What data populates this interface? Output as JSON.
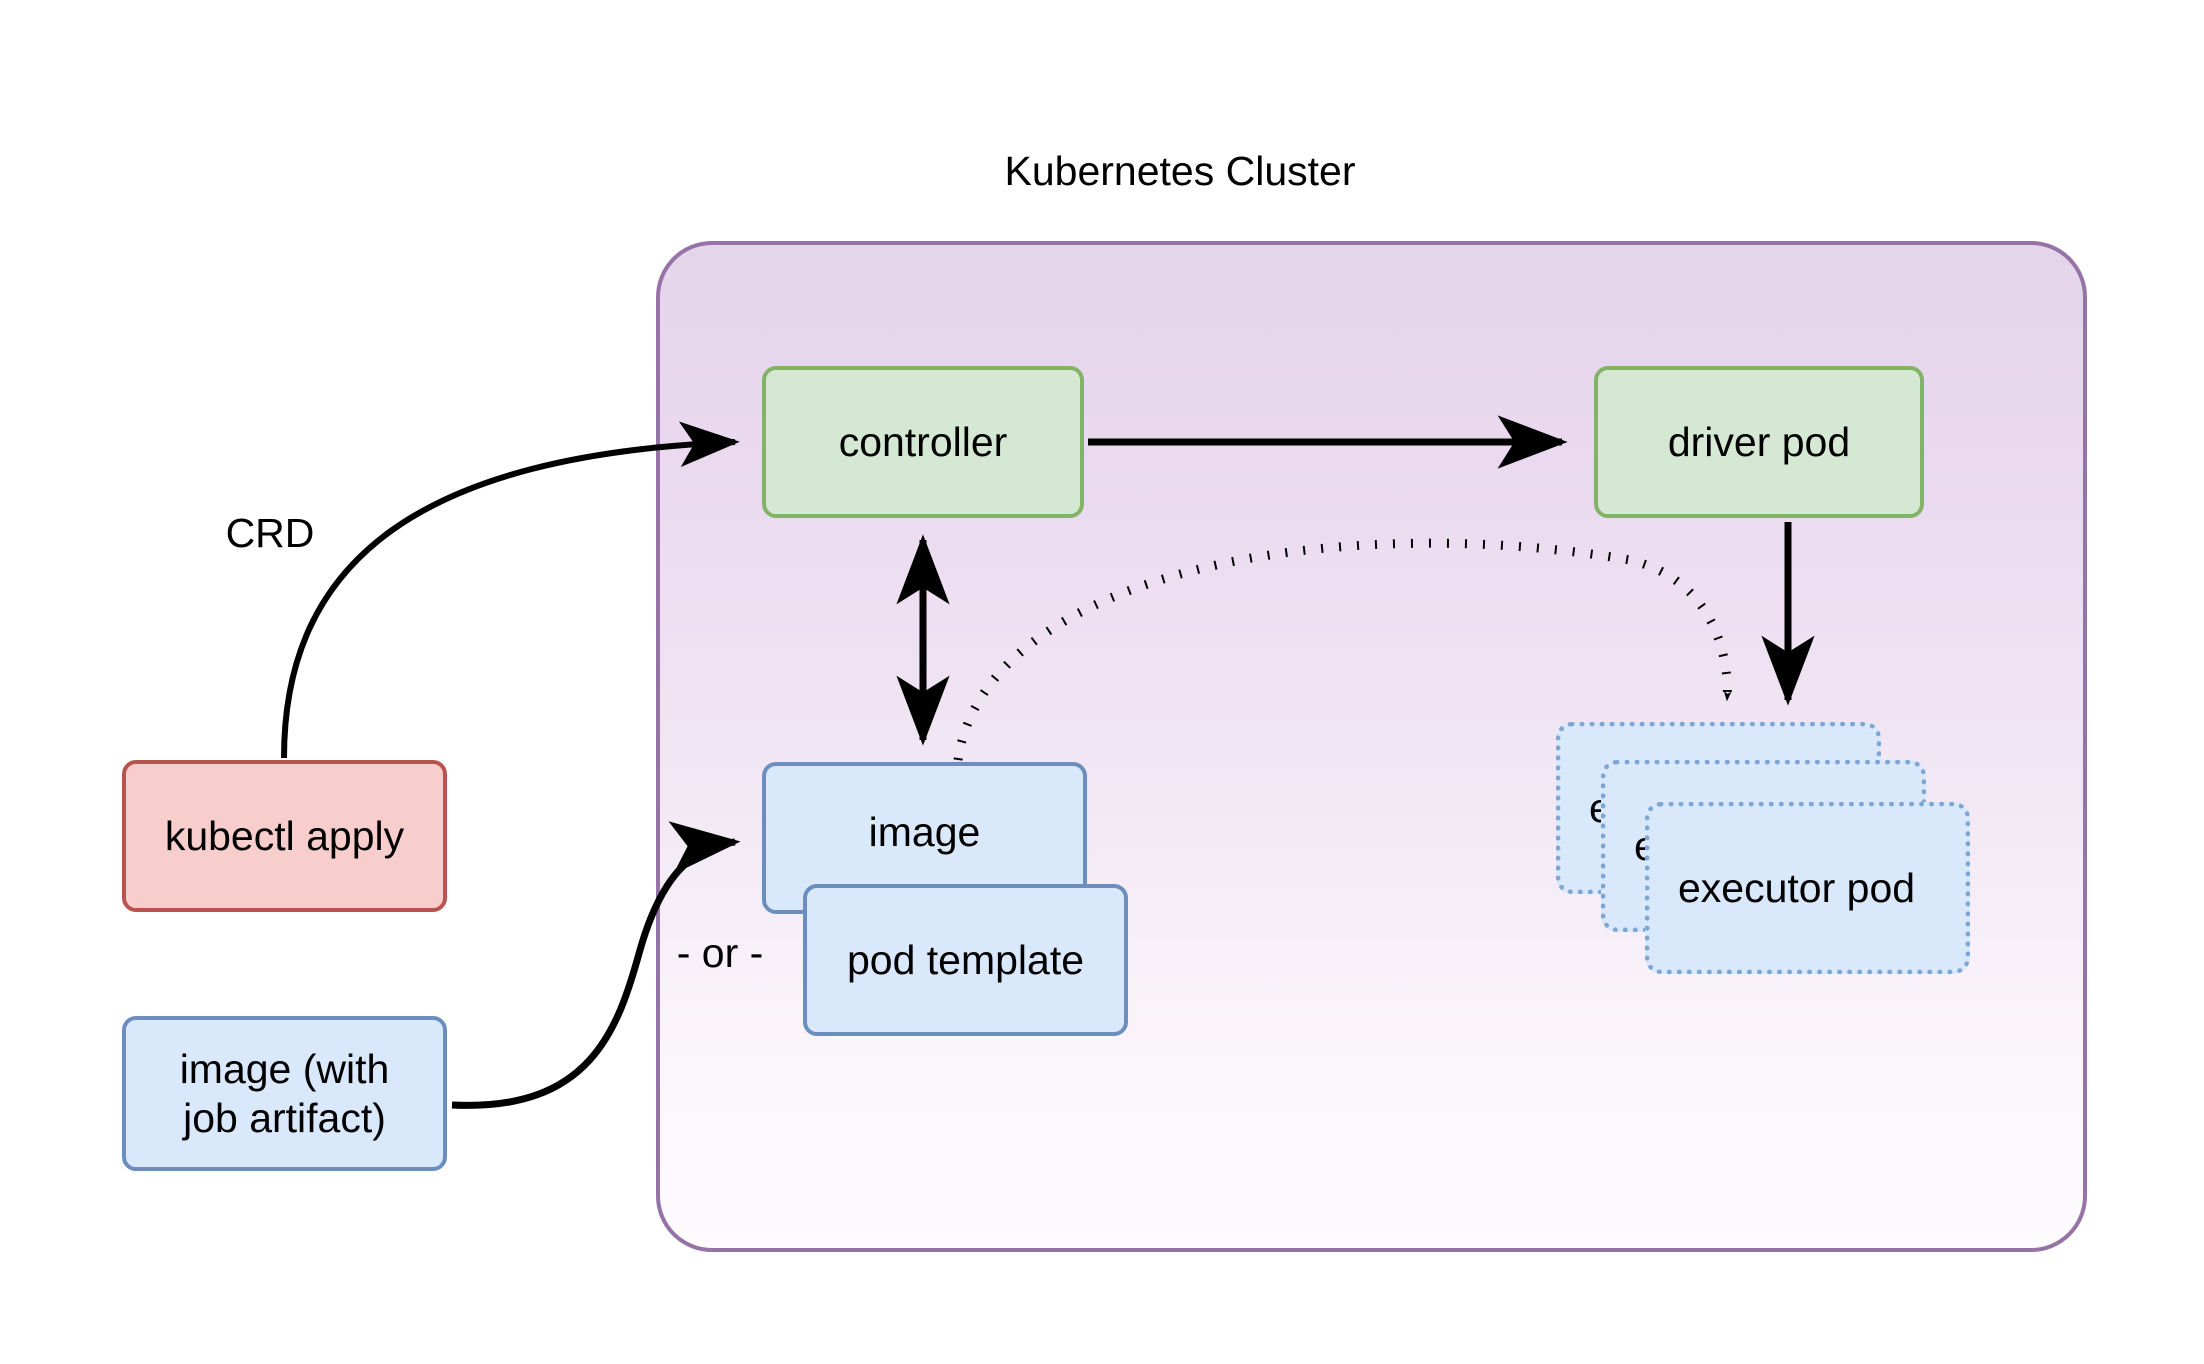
{
  "diagram": {
    "title": "Kubernetes Cluster",
    "background_color": "#ffffff"
  },
  "cluster": {
    "label": "Kubernetes Cluster",
    "border_color": "#9673a6",
    "fill_top_color": "#e4d5ea",
    "fill_bottom_color": "#fdfbfd"
  },
  "nodes": {
    "controller": {
      "label": "controller",
      "fill": "#d5e8d4",
      "stroke": "#82b366"
    },
    "driver_pod": {
      "label": "driver pod",
      "fill": "#d5e8d4",
      "stroke": "#82b366"
    },
    "kubectl_apply": {
      "label": "kubectl apply",
      "fill": "#f8cecc",
      "stroke": "#b85450"
    },
    "image_with_artifact": {
      "label": "image (with\njob artifact)",
      "fill": "#dae8fc",
      "stroke": "#6c8ebf"
    },
    "image": {
      "label": "image",
      "fill": "#dae8fc",
      "stroke": "#6c8ebf"
    },
    "pod_template": {
      "label": "pod template",
      "fill": "#dae8fc",
      "stroke": "#6c8ebf"
    },
    "executor_pods": [
      {
        "label": "executor pod",
        "fill": "#dae8fc",
        "stroke": "#7ea6d4"
      },
      {
        "label": "executor pod",
        "fill": "#dae8fc",
        "stroke": "#7ea6d4"
      },
      {
        "label": "executor pod",
        "fill": "#dae8fc",
        "stroke": "#7ea6d4"
      }
    ]
  },
  "labels": {
    "crd": "CRD",
    "or": "- or -"
  },
  "edges": [
    {
      "name": "kubectl-apply-to-controller",
      "from": "kubectl apply",
      "to": "controller",
      "label": "CRD",
      "style": "solid",
      "arrow": "single"
    },
    {
      "name": "controller-to-driver-pod",
      "from": "controller",
      "to": "driver pod",
      "label": "",
      "style": "solid",
      "arrow": "single"
    },
    {
      "name": "controller-image-bidirectional",
      "from": "controller",
      "to": "image",
      "label": "",
      "style": "solid",
      "arrow": "double"
    },
    {
      "name": "image-to-executor-pods",
      "from": "image",
      "to": "executor pod",
      "label": "",
      "style": "dotted",
      "arrow": "single"
    },
    {
      "name": "driver-pod-to-executor-pods",
      "from": "driver pod",
      "to": "executor pod",
      "label": "",
      "style": "solid",
      "arrow": "single"
    },
    {
      "name": "image-artifact-to-image",
      "from": "image (with job artifact)",
      "to": "image",
      "label": "",
      "style": "solid",
      "arrow": "single"
    }
  ]
}
